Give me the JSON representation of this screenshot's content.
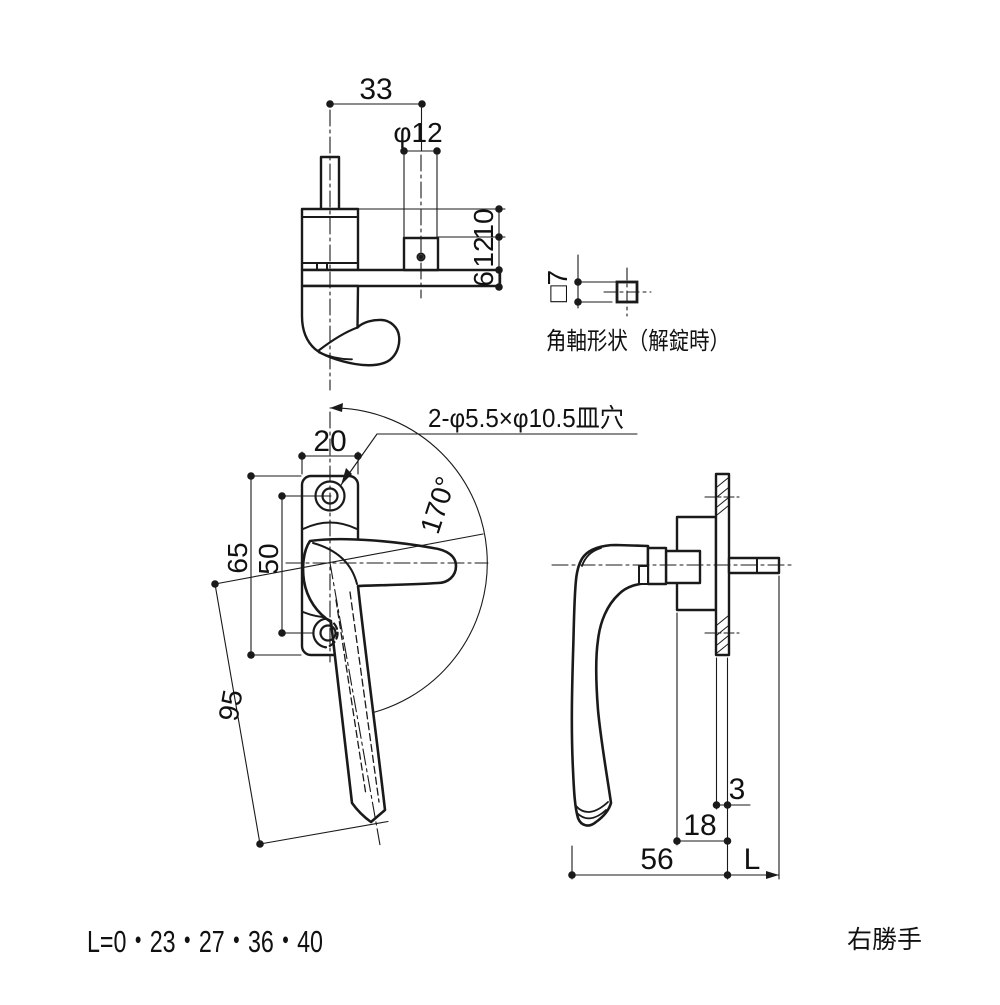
{
  "background": "#ffffff",
  "line_color": "#1a1a1a",
  "views": {
    "top": {
      "dim_33": "33",
      "dim_phi12": "φ12",
      "dim_10": "10",
      "dim_12": "12",
      "dim_6": "6"
    },
    "shaft": {
      "dim_square7": "□7",
      "caption": "角軸形状（解錠時）"
    },
    "front": {
      "hole_note": "2-φ5.5×φ10.5皿穴",
      "dim_20": "20",
      "dim_65": "65",
      "dim_50": "50",
      "dim_95": "95",
      "dim_angle": "170°"
    },
    "side": {
      "dim_3": "3",
      "dim_18": "18",
      "dim_56": "56",
      "dim_len": "L"
    }
  },
  "footer": {
    "lengths": "L=0・23・27・36・40",
    "hand": "右勝手"
  }
}
